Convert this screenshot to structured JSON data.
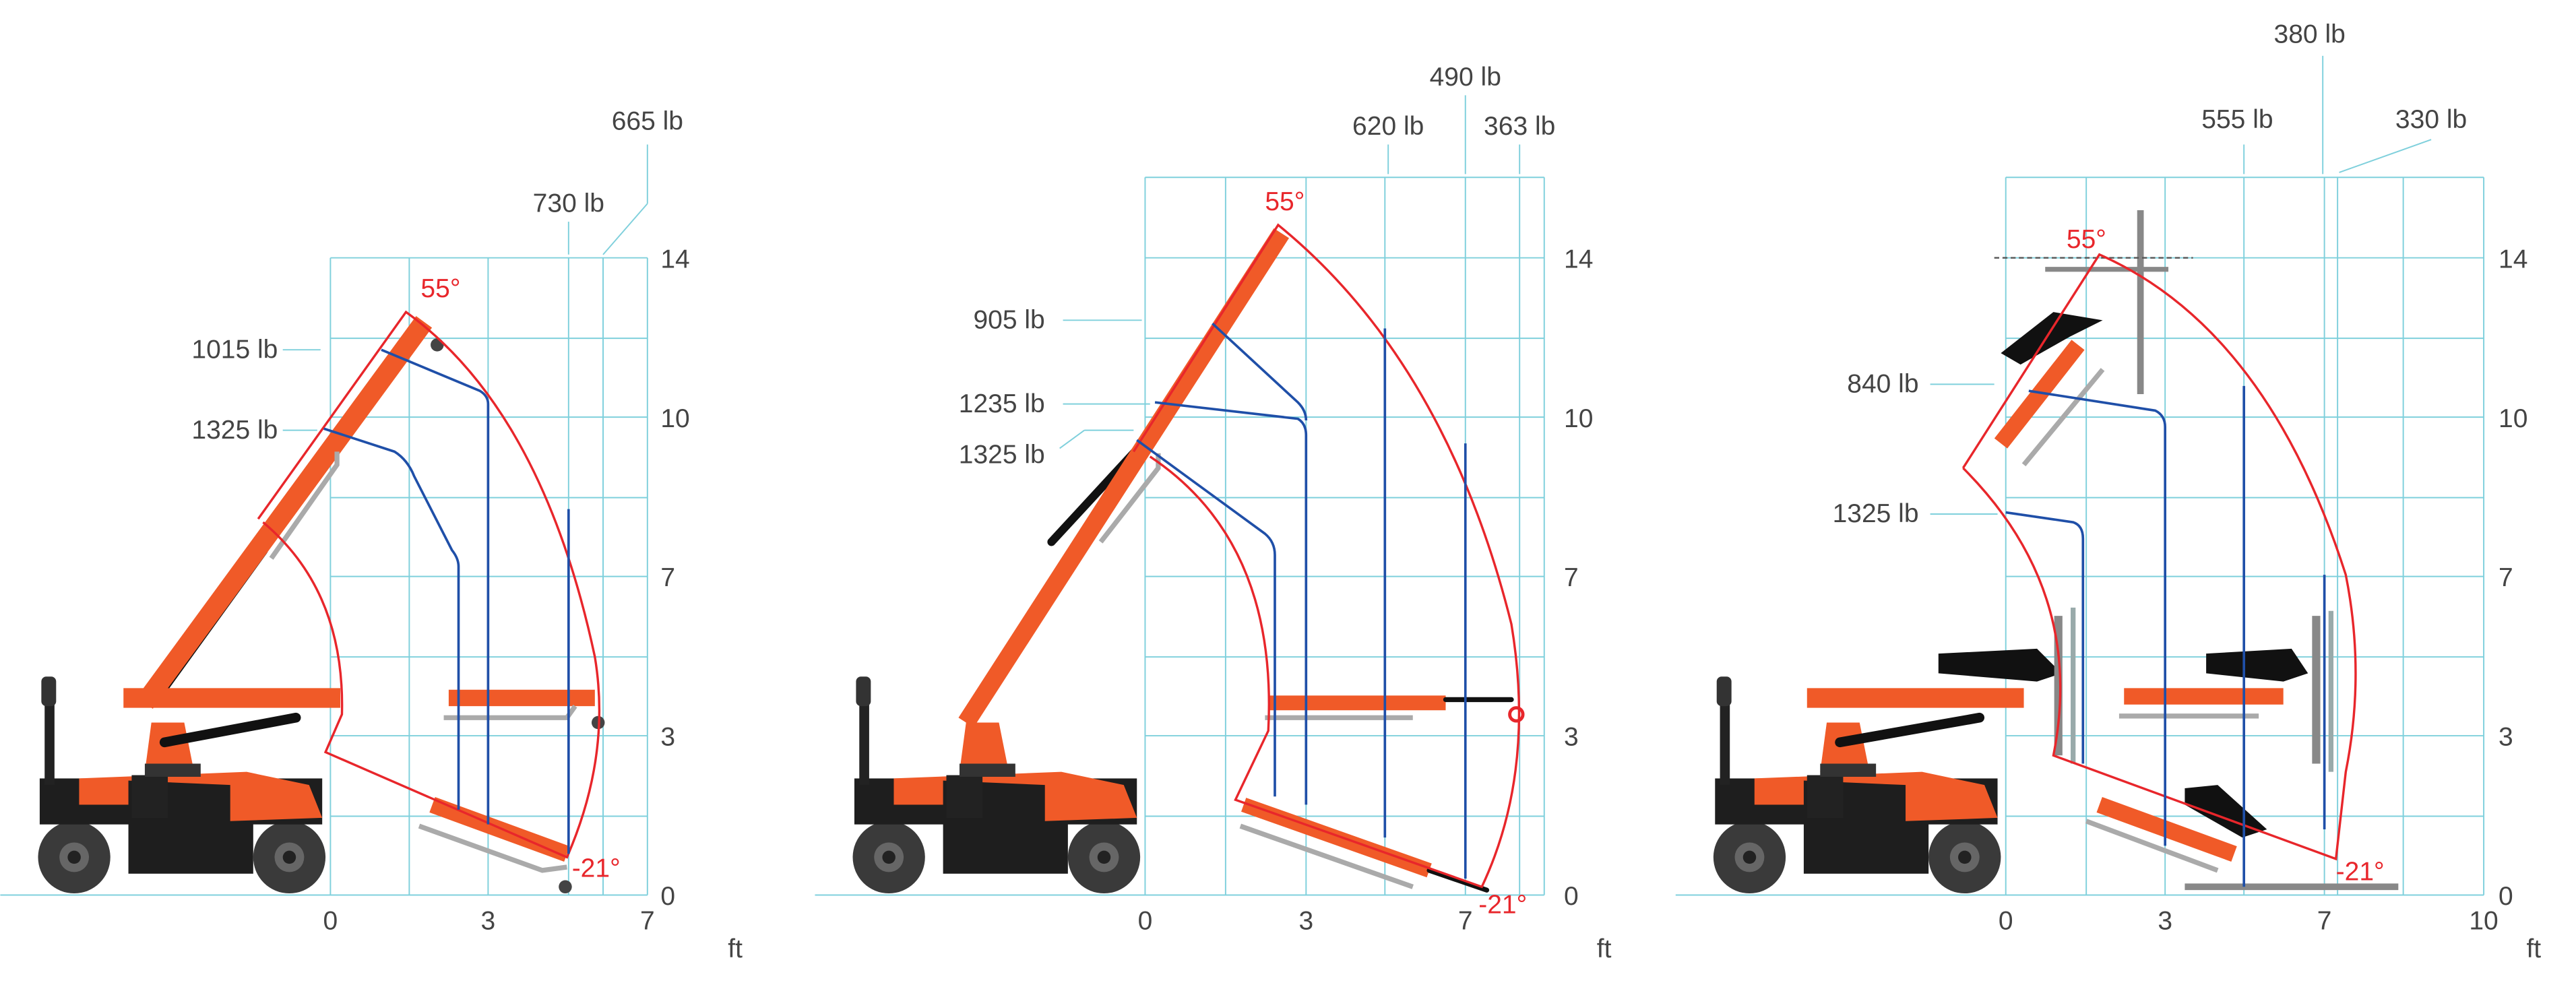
{
  "units": "ft",
  "colors": {
    "boom": "#f05a28",
    "envelope": "#e8262b",
    "load_line": "#1f4fa8",
    "grid": "#7fd0dc",
    "text": "#444444"
  },
  "panels": [
    {
      "name": "hook",
      "x_ticks": [
        "0",
        "3",
        "7"
      ],
      "y_ticks": [
        "14",
        "10",
        "7",
        "3",
        "0"
      ],
      "angle_max": "55°",
      "angle_min": "-21°",
      "loads": [
        "665 lb",
        "730 lb",
        "1015 lb",
        "1325 lb"
      ]
    },
    {
      "name": "winch",
      "x_ticks": [
        "0",
        "3",
        "7"
      ],
      "y_ticks": [
        "14",
        "10",
        "7",
        "3",
        "0"
      ],
      "angle_max": "55°",
      "angle_min": "-21°",
      "loads": [
        "490 lb",
        "620 lb",
        "363 lb",
        "905 lb",
        "1235 lb",
        "1325 lb"
      ]
    },
    {
      "name": "vacuum-lifter",
      "x_ticks": [
        "0",
        "3",
        "7",
        "10"
      ],
      "y_ticks": [
        "14",
        "10",
        "7",
        "3",
        "0"
      ],
      "angle_max": "55°",
      "angle_min": "-21°",
      "loads": [
        "380 lb",
        "555 lb",
        "330 lb",
        "840 lb",
        "1325 lb"
      ]
    }
  ]
}
